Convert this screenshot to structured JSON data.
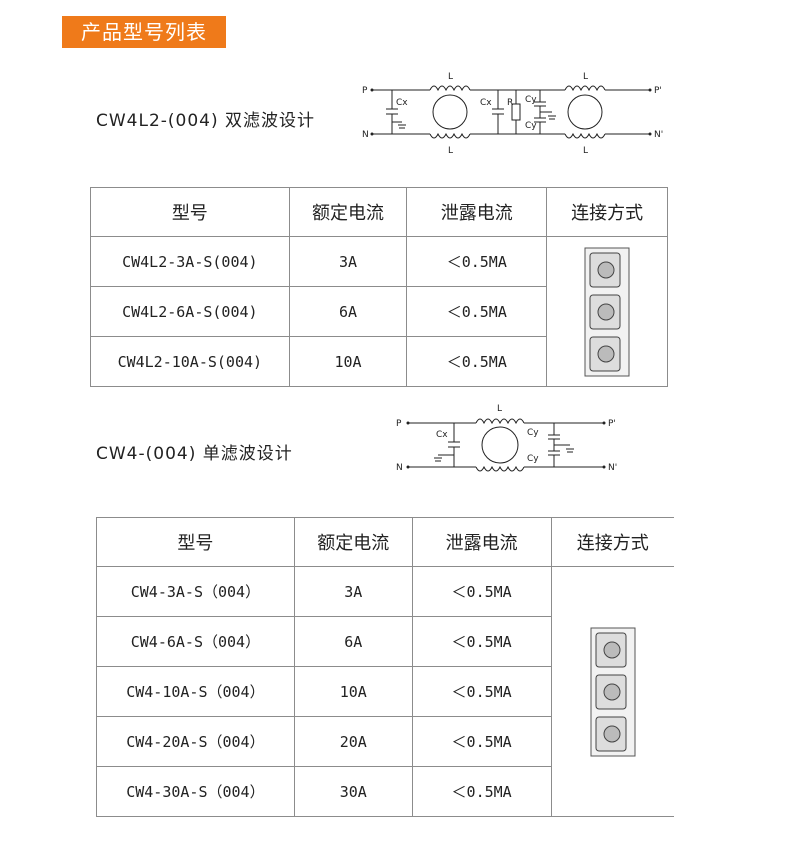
{
  "header": {
    "title": "产品型号列表"
  },
  "sections": [
    {
      "heading": "CW4L2-(004) 双滤波设计",
      "circuit": {
        "labels": {
          "p": "P",
          "n": "N",
          "p_out": "P'",
          "n_out": "N'",
          "l": "L",
          "cx": "Cx",
          "cy": "Cy",
          "r": "R"
        }
      },
      "table": {
        "headers": [
          "型号",
          "额定电流",
          "泄露电流",
          "连接方式"
        ],
        "rows": [
          {
            "model": "CW4L2-3A-S(004)",
            "current": "3A",
            "leakage": "＜0.5MA"
          },
          {
            "model": "CW4L2-6A-S(004)",
            "current": "6A",
            "leakage": "＜0.5MA"
          },
          {
            "model": "CW4L2-10A-S(004)",
            "current": "10A",
            "leakage": "＜0.5MA"
          }
        ]
      }
    },
    {
      "heading": "CW4-(004) 单滤波设计",
      "circuit": {
        "labels": {
          "p": "P",
          "n": "N",
          "p_out": "P'",
          "n_out": "N'",
          "l": "L",
          "cx": "Cx",
          "cy": "Cy"
        }
      },
      "table": {
        "headers": [
          "型号",
          "额定电流",
          "泄露电流",
          "连接方式"
        ],
        "rows": [
          {
            "model": "CW4-3A-S（004）",
            "current": "3A",
            "leakage": "＜0.5MA"
          },
          {
            "model": "CW4-6A-S（004）",
            "current": "6A",
            "leakage": "＜0.5MA"
          },
          {
            "model": "CW4-10A-S（004）",
            "current": "10A",
            "leakage": "＜0.5MA"
          },
          {
            "model": "CW4-20A-S（004）",
            "current": "20A",
            "leakage": "＜0.5MA"
          },
          {
            "model": "CW4-30A-S（004）",
            "current": "30A",
            "leakage": "＜0.5MA"
          }
        ]
      }
    }
  ],
  "colors": {
    "accent": "#ef7a1a",
    "border": "#8c8c8c",
    "text": "#222222"
  },
  "icons": [
    "terminal-block-icon",
    "circuit-diagram"
  ]
}
